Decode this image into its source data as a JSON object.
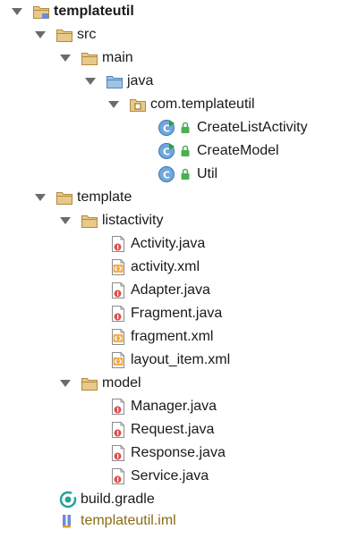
{
  "tree": {
    "root": "templateutil",
    "src": "src",
    "main": "main",
    "java": "java",
    "package": "com.templateutil",
    "classes": [
      "CreateListActivity",
      "CreateModel",
      "Util"
    ],
    "template": "template",
    "listactivity": "listactivity",
    "listactivity_files": [
      "Activity.java",
      "activity.xml",
      "Adapter.java",
      "Fragment.java",
      "fragment.xml",
      "layout_item.xml"
    ],
    "model": "model",
    "model_files": [
      "Manager.java",
      "Request.java",
      "Response.java",
      "Service.java"
    ],
    "build_gradle": "build.gradle",
    "iml_file": "templateutil.iml"
  },
  "icons": {
    "folder": "folder-icon",
    "module_folder": "module-folder-icon",
    "source_folder": "source-folder-icon",
    "package": "package-icon",
    "class": "class-icon",
    "java_file": "java-file-icon",
    "xml_file": "xml-file-icon",
    "gradle": "gradle-icon",
    "iml": "iml-icon",
    "arrow": "expand-arrow-icon",
    "lock": "lock-icon"
  },
  "colors": {
    "folder_fill": "#e8c98a",
    "folder_stroke": "#b08a3e",
    "source_folder_fill": "#9fc3e6",
    "class_circle": "#6fa8dc",
    "java_badge": "#d9534f",
    "xml_badge": "#f0ad4e",
    "gradle": "#2aa198",
    "lock": "#4caf50",
    "iml_text": "#8a6a12"
  }
}
